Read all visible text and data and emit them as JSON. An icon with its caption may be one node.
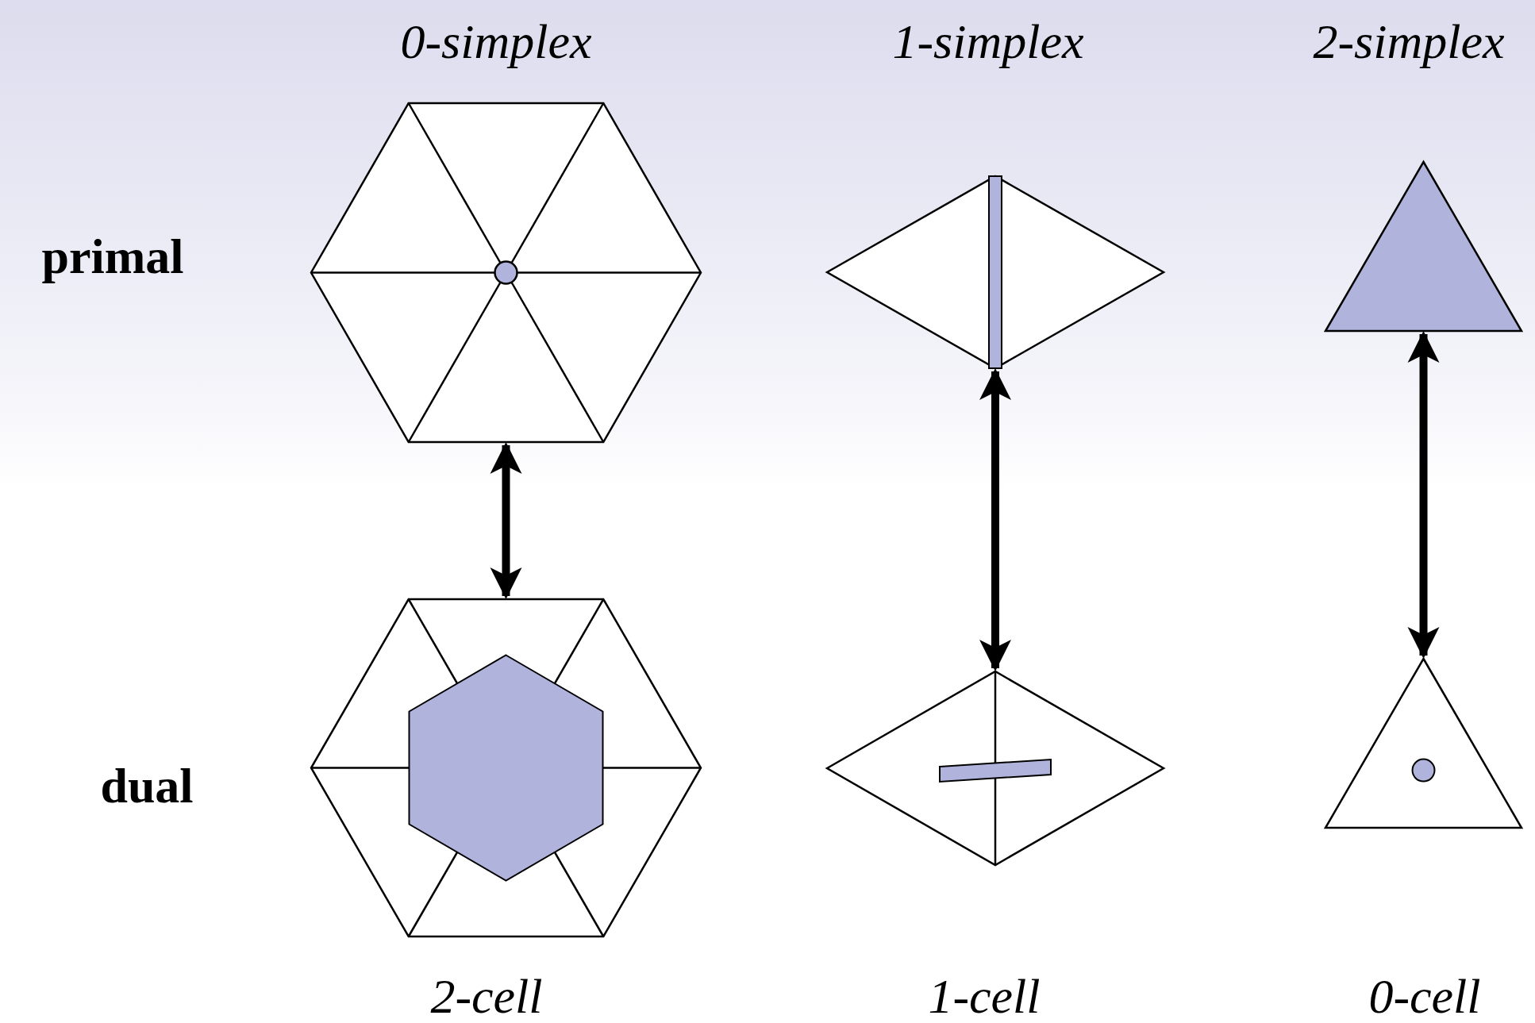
{
  "diagram": {
    "nodes": [
      {
        "text": [],
        "shape": "picture",
        "beside": [
          "0-simplex"
        ]
      },
      {
        "text": [],
        "shape": "picture",
        "beside": [
          "1-simplex"
        ]
      },
      {
        "text": [],
        "shape": "picture",
        "beside": [
          "2-simplex"
        ]
      },
      {
        "text": [],
        "shape": "picture",
        "beside": [
          "2-cell"
        ]
      },
      {
        "text": [],
        "shape": "picture",
        "beside": [
          "1-cell"
        ]
      },
      {
        "text": [],
        "shape": "picture",
        "beside": [
          "0-cell"
        ]
      }
    ],
    "edges": [
      {
        "from": 0,
        "to": 3,
        "arrow": "both"
      },
      {
        "from": 1,
        "to": 4,
        "arrow": "both"
      },
      {
        "from": 2,
        "to": 5,
        "arrow": "both"
      }
    ],
    "labels": [
      "primal",
      "dual"
    ]
  }
}
